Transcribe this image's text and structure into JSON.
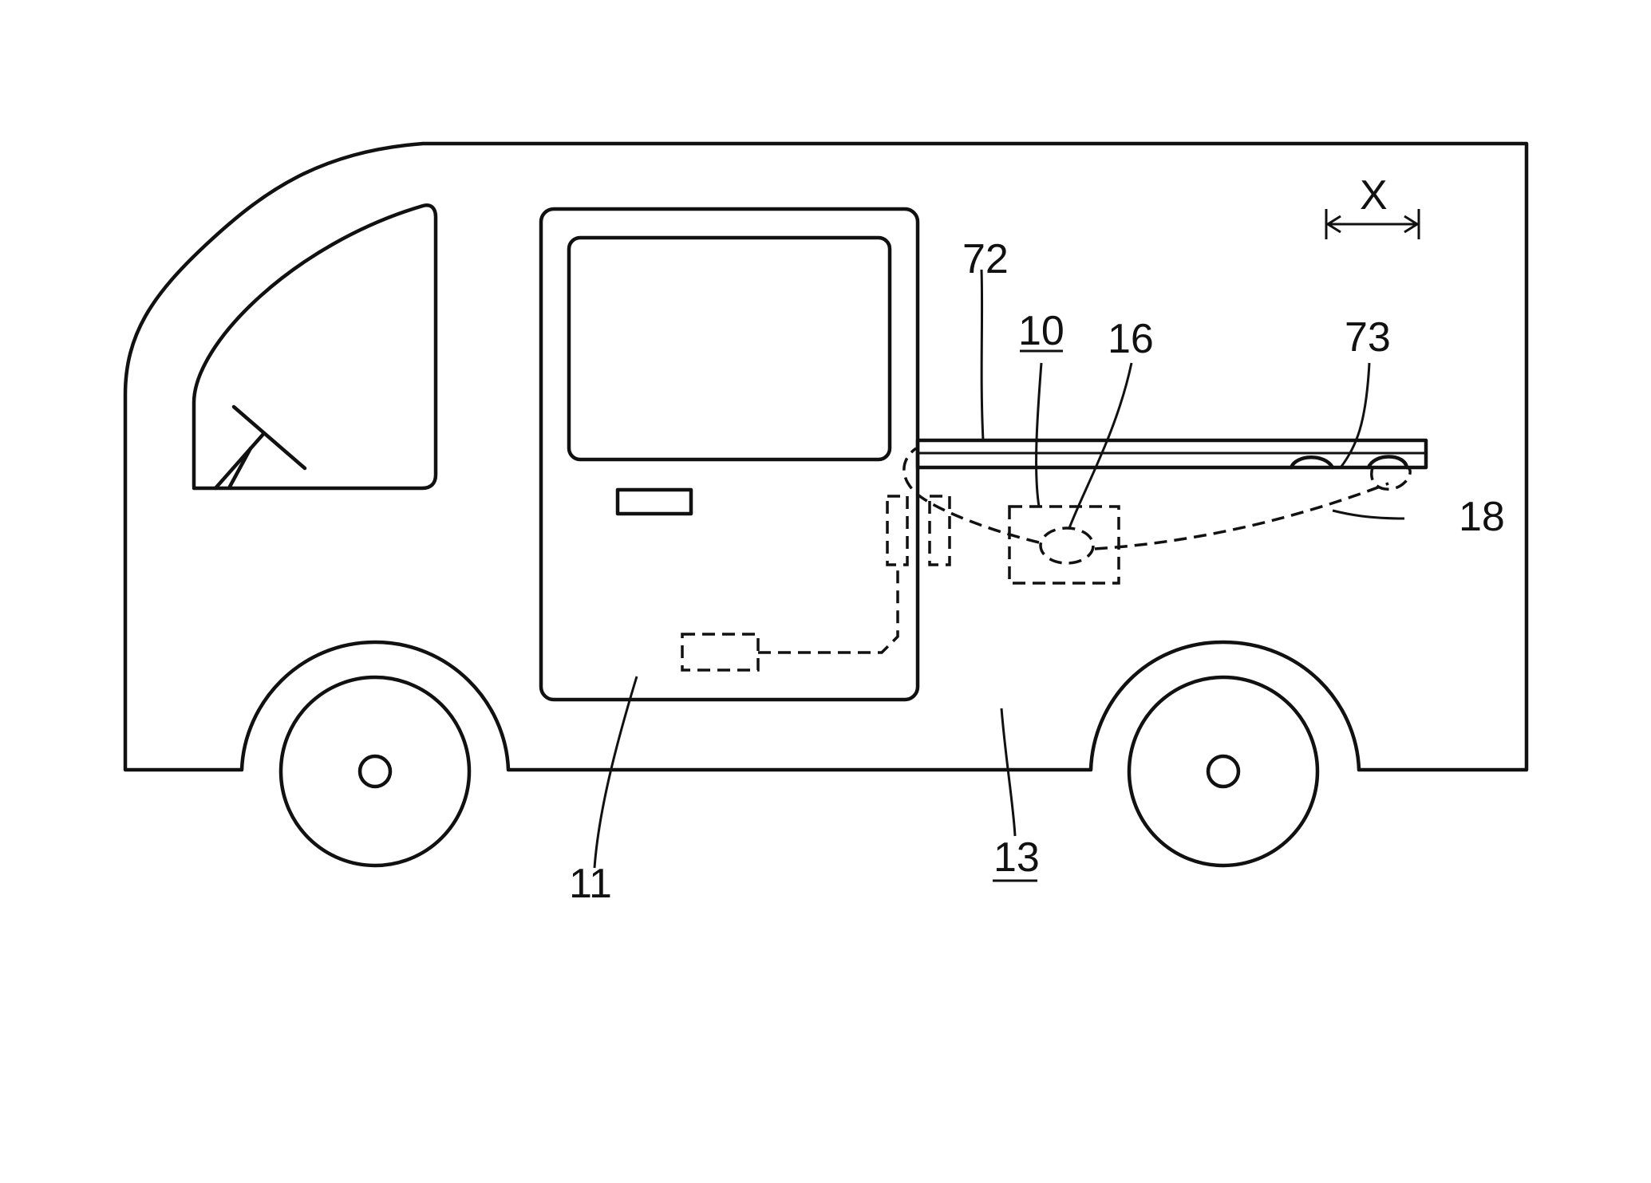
{
  "figure": {
    "labels": {
      "ref_72": "72",
      "ref_10": "10",
      "ref_16": "16",
      "ref_73": "73",
      "ref_18": "18",
      "ref_11": "11",
      "ref_13": "13",
      "ref_x": "X"
    }
  }
}
